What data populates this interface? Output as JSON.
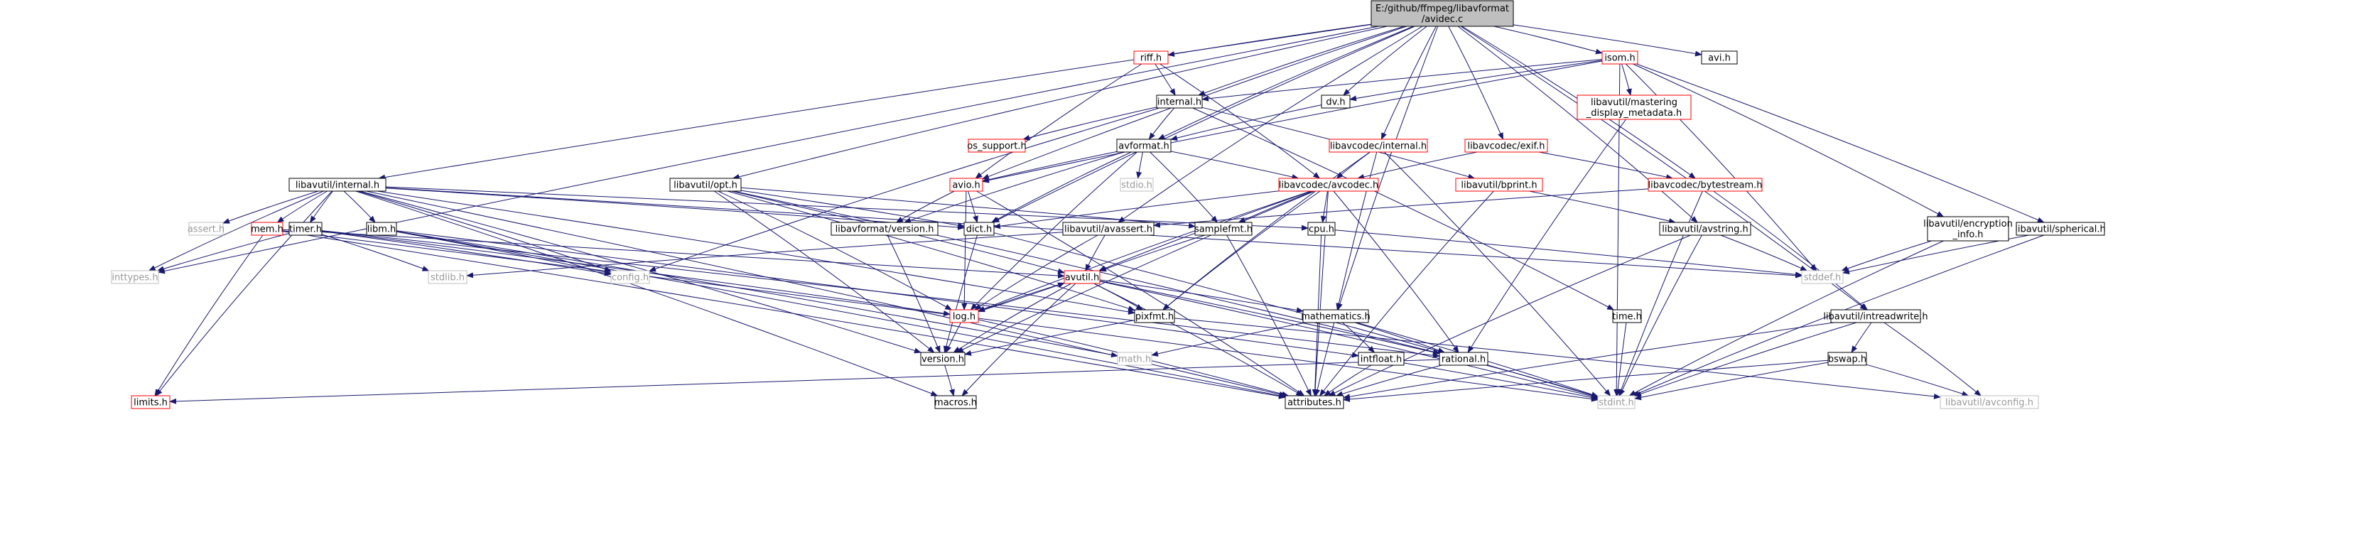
{
  "colors": {
    "edge": "#191970",
    "node_bg": "#ffffff",
    "root_bg": "#bfbfbf",
    "border_normal": "#000000",
    "border_missing": "#ff0000",
    "border_external": "#bfbfbf",
    "text": "#000000",
    "text_external": "#9a9a9a"
  },
  "nodes": [
    {
      "id": "root",
      "lines": [
        "E:/github/ffmpeg/libavformat",
        "/avidec.c"
      ],
      "kind": "root"
    },
    {
      "id": "avi",
      "lines": [
        "avi.h"
      ],
      "kind": "normal"
    },
    {
      "id": "riff",
      "lines": [
        "riff.h"
      ],
      "kind": "missing"
    },
    {
      "id": "isom",
      "lines": [
        "isom.h"
      ],
      "kind": "missing"
    },
    {
      "id": "internal",
      "lines": [
        "internal.h"
      ],
      "kind": "normal"
    },
    {
      "id": "dv",
      "lines": [
        "dv.h"
      ],
      "kind": "normal"
    },
    {
      "id": "mastering",
      "lines": [
        "libavutil/mastering",
        "_display_metadata.h"
      ],
      "kind": "missing"
    },
    {
      "id": "os_support",
      "lines": [
        "os_support.h"
      ],
      "kind": "missing"
    },
    {
      "id": "avformat",
      "lines": [
        "avformat.h"
      ],
      "kind": "normal"
    },
    {
      "id": "lc_internal",
      "lines": [
        "libavcodec/internal.h"
      ],
      "kind": "missing"
    },
    {
      "id": "exif",
      "lines": [
        "libavcodec/exif.h"
      ],
      "kind": "missing"
    },
    {
      "id": "lu_internal",
      "lines": [
        "libavutil/internal.h"
      ],
      "kind": "normal"
    },
    {
      "id": "opt",
      "lines": [
        "libavutil/opt.h"
      ],
      "kind": "normal"
    },
    {
      "id": "avio",
      "lines": [
        "avio.h"
      ],
      "kind": "missing"
    },
    {
      "id": "stdio",
      "lines": [
        "stdio.h"
      ],
      "kind": "external"
    },
    {
      "id": "avcodec",
      "lines": [
        "libavcodec/avcodec.h"
      ],
      "kind": "missing"
    },
    {
      "id": "bprint",
      "lines": [
        "libavutil/bprint.h"
      ],
      "kind": "missing"
    },
    {
      "id": "bytestream",
      "lines": [
        "libavcodec/bytestream.h"
      ],
      "kind": "missing"
    },
    {
      "id": "assert",
      "lines": [
        "assert.h"
      ],
      "kind": "external"
    },
    {
      "id": "mem",
      "lines": [
        "mem.h"
      ],
      "kind": "missing"
    },
    {
      "id": "timer",
      "lines": [
        "timer.h"
      ],
      "kind": "normal"
    },
    {
      "id": "libm",
      "lines": [
        "libm.h"
      ],
      "kind": "normal"
    },
    {
      "id": "lf_version",
      "lines": [
        "libavformat/version.h"
      ],
      "kind": "normal"
    },
    {
      "id": "dict",
      "lines": [
        "dict.h"
      ],
      "kind": "normal"
    },
    {
      "id": "avassert",
      "lines": [
        "libavutil/avassert.h"
      ],
      "kind": "normal"
    },
    {
      "id": "samplefmt",
      "lines": [
        "samplefmt.h"
      ],
      "kind": "normal"
    },
    {
      "id": "cpu",
      "lines": [
        "cpu.h"
      ],
      "kind": "normal"
    },
    {
      "id": "avstring",
      "lines": [
        "libavutil/avstring.h"
      ],
      "kind": "normal"
    },
    {
      "id": "encryption",
      "lines": [
        "libavutil/encryption",
        "_info.h"
      ],
      "kind": "normal"
    },
    {
      "id": "spherical",
      "lines": [
        "libavutil/spherical.h"
      ],
      "kind": "normal"
    },
    {
      "id": "inttypes",
      "lines": [
        "inttypes.h"
      ],
      "kind": "external"
    },
    {
      "id": "stdlib",
      "lines": [
        "stdlib.h"
      ],
      "kind": "external"
    },
    {
      "id": "config",
      "lines": [
        "config.h"
      ],
      "kind": "external"
    },
    {
      "id": "avutil",
      "lines": [
        "avutil.h"
      ],
      "kind": "missing"
    },
    {
      "id": "stddef",
      "lines": [
        "stddef.h"
      ],
      "kind": "external"
    },
    {
      "id": "log",
      "lines": [
        "log.h"
      ],
      "kind": "missing"
    },
    {
      "id": "pixfmt",
      "lines": [
        "pixfmt.h"
      ],
      "kind": "normal"
    },
    {
      "id": "mathematics",
      "lines": [
        "mathematics.h"
      ],
      "kind": "normal"
    },
    {
      "id": "time",
      "lines": [
        "time.h"
      ],
      "kind": "normal"
    },
    {
      "id": "intreadwrite",
      "lines": [
        "libavutil/intreadwrite.h"
      ],
      "kind": "normal"
    },
    {
      "id": "version",
      "lines": [
        "version.h"
      ],
      "kind": "normal"
    },
    {
      "id": "math",
      "lines": [
        "math.h"
      ],
      "kind": "external"
    },
    {
      "id": "intfloat",
      "lines": [
        "intfloat.h"
      ],
      "kind": "normal"
    },
    {
      "id": "rational",
      "lines": [
        "rational.h"
      ],
      "kind": "normal"
    },
    {
      "id": "bswap",
      "lines": [
        "bswap.h"
      ],
      "kind": "normal"
    },
    {
      "id": "limits",
      "lines": [
        "limits.h"
      ],
      "kind": "missing"
    },
    {
      "id": "macros",
      "lines": [
        "macros.h"
      ],
      "kind": "normal"
    },
    {
      "id": "attributes",
      "lines": [
        "attributes.h"
      ],
      "kind": "normal"
    },
    {
      "id": "stdint",
      "lines": [
        "stdint.h"
      ],
      "kind": "external"
    },
    {
      "id": "avconfig",
      "lines": [
        "libavutil/avconfig.h"
      ],
      "kind": "external"
    }
  ],
  "edges": [
    [
      "root",
      "avi"
    ],
    [
      "root",
      "riff"
    ],
    [
      "root",
      "isom"
    ],
    [
      "root",
      "internal"
    ],
    [
      "root",
      "dv"
    ],
    [
      "root",
      "avformat"
    ],
    [
      "root",
      "lc_internal"
    ],
    [
      "root",
      "exif"
    ],
    [
      "root",
      "lu_internal"
    ],
    [
      "root",
      "opt"
    ],
    [
      "root",
      "avio"
    ],
    [
      "root",
      "bytestream"
    ],
    [
      "root",
      "dict"
    ],
    [
      "root",
      "avassert"
    ],
    [
      "root",
      "avstring"
    ],
    [
      "root",
      "mathematics"
    ],
    [
      "root",
      "intreadwrite"
    ],
    [
      "root",
      "inttypes"
    ],
    [
      "riff",
      "internal"
    ],
    [
      "riff",
      "avio"
    ],
    [
      "riff",
      "avcodec"
    ],
    [
      "isom",
      "internal"
    ],
    [
      "isom",
      "dv"
    ],
    [
      "isom",
      "avio"
    ],
    [
      "isom",
      "mastering"
    ],
    [
      "isom",
      "encryption"
    ],
    [
      "isom",
      "spherical"
    ],
    [
      "isom",
      "stddef"
    ],
    [
      "isom",
      "stdint"
    ],
    [
      "internal",
      "os_support"
    ],
    [
      "internal",
      "avformat"
    ],
    [
      "internal",
      "bprint"
    ],
    [
      "internal",
      "time"
    ],
    [
      "internal",
      "config"
    ],
    [
      "dv",
      "avformat"
    ],
    [
      "mastering",
      "rational"
    ],
    [
      "avformat",
      "avio"
    ],
    [
      "avformat",
      "lf_version"
    ],
    [
      "avformat",
      "avcodec"
    ],
    [
      "avformat",
      "dict"
    ],
    [
      "avformat",
      "log"
    ],
    [
      "avformat",
      "stdio"
    ],
    [
      "avformat",
      "samplefmt"
    ],
    [
      "lc_internal",
      "avcodec"
    ],
    [
      "lc_internal",
      "mathematics"
    ],
    [
      "lc_internal",
      "pixfmt"
    ],
    [
      "lc_internal",
      "stdint"
    ],
    [
      "exif",
      "avcodec"
    ],
    [
      "exif",
      "bytestream"
    ],
    [
      "lu_internal",
      "assert"
    ],
    [
      "lu_internal",
      "mem"
    ],
    [
      "lu_internal",
      "timer"
    ],
    [
      "lu_internal",
      "libm"
    ],
    [
      "lu_internal",
      "config"
    ],
    [
      "lu_internal",
      "dict"
    ],
    [
      "lu_internal",
      "pixfmt"
    ],
    [
      "lu_internal",
      "cpu"
    ],
    [
      "lu_internal",
      "attributes"
    ],
    [
      "lu_internal",
      "version"
    ],
    [
      "lu_internal",
      "macros"
    ],
    [
      "lu_internal",
      "limits"
    ],
    [
      "lu_internal",
      "stddef"
    ],
    [
      "lu_internal",
      "inttypes"
    ],
    [
      "opt",
      "avutil"
    ],
    [
      "opt",
      "dict"
    ],
    [
      "opt",
      "log"
    ],
    [
      "opt",
      "pixfmt"
    ],
    [
      "opt",
      "rational"
    ],
    [
      "opt",
      "samplefmt"
    ],
    [
      "opt",
      "version"
    ],
    [
      "avio",
      "dict"
    ],
    [
      "avio",
      "log"
    ],
    [
      "avio",
      "lf_version"
    ],
    [
      "avio",
      "attributes"
    ],
    [
      "avcodec",
      "samplefmt"
    ],
    [
      "avcodec",
      "cpu"
    ],
    [
      "avcodec",
      "dict"
    ],
    [
      "avcodec",
      "log"
    ],
    [
      "avcodec",
      "pixfmt"
    ],
    [
      "avcodec",
      "rational"
    ],
    [
      "avcodec",
      "avutil"
    ],
    [
      "avcodec",
      "attributes"
    ],
    [
      "avcodec",
      "version"
    ],
    [
      "bprint",
      "avstring"
    ],
    [
      "bprint",
      "attributes"
    ],
    [
      "bytestream",
      "avassert"
    ],
    [
      "bytestream",
      "intreadwrite"
    ],
    [
      "bytestream",
      "stdint"
    ],
    [
      "mem",
      "limits"
    ],
    [
      "mem",
      "stdint"
    ],
    [
      "mem",
      "attributes"
    ],
    [
      "mem",
      "avutil"
    ],
    [
      "timer",
      "config"
    ],
    [
      "timer",
      "inttypes"
    ],
    [
      "timer",
      "stdlib"
    ],
    [
      "timer",
      "log"
    ],
    [
      "timer",
      "rational"
    ],
    [
      "libm",
      "math"
    ],
    [
      "libm",
      "config"
    ],
    [
      "libm",
      "attributes"
    ],
    [
      "libm",
      "intfloat"
    ],
    [
      "lf_version",
      "version"
    ],
    [
      "dict",
      "stdint"
    ],
    [
      "dict",
      "version"
    ],
    [
      "avassert",
      "stdlib"
    ],
    [
      "avassert",
      "avutil"
    ],
    [
      "avassert",
      "log"
    ],
    [
      "samplefmt",
      "avutil"
    ],
    [
      "samplefmt",
      "attributes"
    ],
    [
      "cpu",
      "attributes"
    ],
    [
      "cpu",
      "stddef"
    ],
    [
      "avstring",
      "stddef"
    ],
    [
      "avstring",
      "stdint"
    ],
    [
      "avstring",
      "attributes"
    ],
    [
      "encryption",
      "stddef"
    ],
    [
      "encryption",
      "stdint"
    ],
    [
      "spherical",
      "stddef"
    ],
    [
      "spherical",
      "stdint"
    ],
    [
      "avutil",
      "log"
    ],
    [
      "avutil",
      "pixfmt"
    ],
    [
      "avutil",
      "mathematics"
    ],
    [
      "avutil",
      "rational"
    ],
    [
      "avutil",
      "version"
    ],
    [
      "avutil",
      "macros"
    ],
    [
      "avutil",
      "attributes"
    ],
    [
      "avutil",
      "stdint"
    ],
    [
      "log",
      "avutil"
    ],
    [
      "log",
      "attributes"
    ],
    [
      "log",
      "version"
    ],
    [
      "pixfmt",
      "avconfig"
    ],
    [
      "pixfmt",
      "version"
    ],
    [
      "mathematics",
      "math"
    ],
    [
      "mathematics",
      "intfloat"
    ],
    [
      "mathematics",
      "rational"
    ],
    [
      "mathematics",
      "stdint"
    ],
    [
      "mathematics",
      "attributes"
    ],
    [
      "time",
      "stdint"
    ],
    [
      "intreadwrite",
      "bswap"
    ],
    [
      "intreadwrite",
      "stdint"
    ],
    [
      "intreadwrite",
      "avconfig"
    ],
    [
      "intreadwrite",
      "attributes"
    ],
    [
      "version",
      "macros"
    ],
    [
      "intfloat",
      "stdint"
    ],
    [
      "intfloat",
      "attributes"
    ],
    [
      "rational",
      "stdint"
    ],
    [
      "rational",
      "attributes"
    ],
    [
      "rational",
      "limits"
    ],
    [
      "bswap",
      "stdint"
    ],
    [
      "bswap",
      "avconfig"
    ],
    [
      "bswap",
      "attributes"
    ]
  ]
}
